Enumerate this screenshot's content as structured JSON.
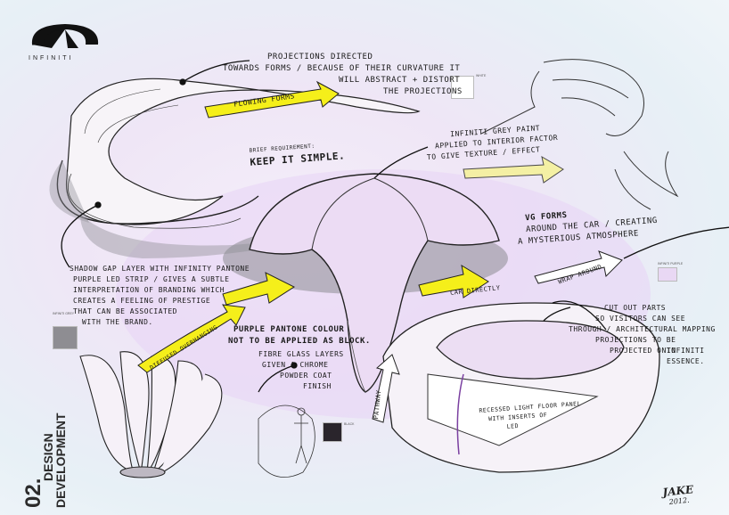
{
  "brand": {
    "name": "INFINITI"
  },
  "sheet": {
    "number": "02.",
    "title_line1": "DESIGN",
    "title_line2": "DEVELOPMENT"
  },
  "annotations": {
    "projection_1": "PROJECTIONS DIRECTED",
    "projection_2": "TOWARDS FORMS / BECAUSE OF THEIR CURVATURE IT",
    "projection_3": "WILL ABSTRACT + DISTORT",
    "projection_4": "THE PROJECTIONS",
    "flowing_forms": "FLOWING FORMS",
    "brief_small": "BRIEF REQUIREMENT:",
    "keep_simple": "KEEP IT SIMPLE.",
    "grey_1": "INFINITI GREY PAINT",
    "grey_2": "APPLIED TO INTERIOR FACTOR",
    "grey_3": "TO GIVE TEXTURE / EFFECT",
    "forms_1": "VG FORMS",
    "forms_2": "AROUND THE CAR / CREATING",
    "forms_3": "A MYSTERIOUS ATMOSPHERE",
    "wrap_around": "WRAP AROUND",
    "car_directly": "CAR DIRECTLY",
    "shadow_1": "SHADOW GAP LAYER WITH INFINITY PANTONE",
    "shadow_2": "PURPLE LED STRIP / GIVES A SUBTLE",
    "shadow_3": "INTERPRETATION OF BRANDING WHICH",
    "shadow_4": "CREATES A FEELING OF PRESTIGE",
    "shadow_5": "THAT CAN BE ASSOCIATED",
    "shadow_6": "WITH THE BRAND.",
    "diffused": "DIFFUSED OVERHANGING",
    "purple_1": "PURPLE PANTONE COLOUR",
    "purple_2": "NOT TO BE APPLIED AS BLOCK.",
    "fibre_1": "FIBRE GLASS LAYERS",
    "fibre_2": "GIVEN A CHROME",
    "fibre_3": "POWDER COAT",
    "fibre_4": "FINISH",
    "cutout_1": "CUT OUT PARTS",
    "cutout_2": "SO VISITORS CAN SEE",
    "cutout_3": "THROUGH / ARCHITECTURAL MAPPING",
    "cutout_4": "PROJECTIONS TO BE",
    "cutout_5": "PROJECTED ONTO",
    "cutout_6": "INFINITI",
    "cutout_7": "ESSENCE.",
    "recessed_1": "RECESSED LIGHT FLOOR PANEL",
    "recessed_2": "WITH INSERTS OF",
    "recessed_3": "LED",
    "pathway": "PATHWAY",
    "signature_1": "JAKE",
    "signature_2": "2012."
  },
  "swatch_labels": {
    "white": "WHITE",
    "infiniti_grey": "INFINITI GREY",
    "black": "BLACK",
    "purple": "INFINITI PURPLE"
  },
  "colors": {
    "yellow_arrow": "#f5ef1a",
    "purple_tint": "#e9d8f4",
    "grey_swatch": "#8e8d92",
    "black_swatch": "#2a252c",
    "white_swatch": "#ffffff",
    "shadow": "#6f6f75"
  },
  "icons": {
    "logo": "infiniti-logo-icon"
  }
}
